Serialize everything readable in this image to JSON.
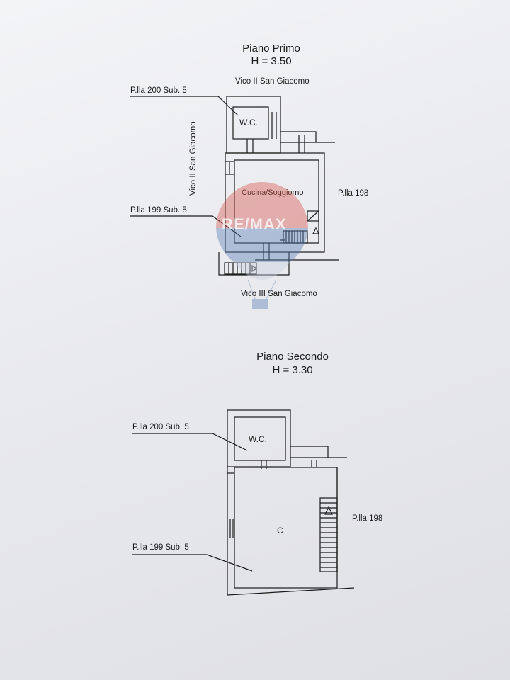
{
  "floors": [
    {
      "title": "Piano Primo",
      "height": "H = 3.50",
      "street_top": "Vico II San Giacomo",
      "street_left": "Vico II San Giacomo",
      "street_bottom": "Vico III San Giacomo",
      "parcel_top": "P.lla 200 Sub. 5",
      "parcel_bottom": "P.lla 199 Sub. 5",
      "neighbor": "P.lla 198",
      "rooms": [
        "W.C.",
        "Cucina/Soggiorno"
      ]
    },
    {
      "title": "Piano Secondo",
      "height": "H = 3.30",
      "parcel_top": "P.lla 200 Sub. 5",
      "parcel_bottom": "P.lla 199 Sub. 5",
      "neighbor": "P.lla 198",
      "rooms": [
        "W.C.",
        "C"
      ]
    }
  ],
  "watermark": "RE/MAX",
  "colors": {
    "paper": "#eceef1",
    "ink": "#1b1b1b",
    "watermark_red": "#d8584f",
    "watermark_blue": "#5d7fb8"
  }
}
